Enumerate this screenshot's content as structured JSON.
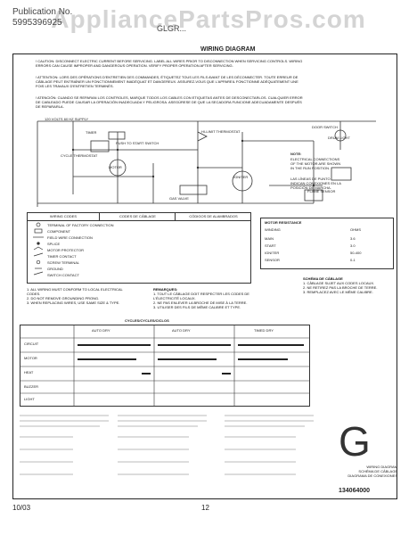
{
  "watermark": "AppliancePartsPros.com",
  "header": {
    "publication_label": "Publication No.",
    "publication_number": "5995396925",
    "model": "GLGR...",
    "page_heading": "WIRING DIAGRAM"
  },
  "caution": {
    "en": "! CAUTION: DISCONNECT ELECTRIC CURRENT BEFORE SERVICING. LABEL ALL WIRES PRIOR TO DISCONNECTION WHEN SERVICING CONTROLS. WIRING ERRORS CAN CAUSE IMPROPER AND DANGEROUS OPERATION. VERIFY PROPER OPERATION AFTER SERVICING.",
    "fr": "! ATTENTION: LORS DES OPÉRATIONS D'ENTRETIEN DES COMMANDES, ÉTIQUETEZ TOUS LES FILS AVANT DE LES DÉCONNECTER. TOUTE ERREUR DE CÂBLAGE PEUT ENTRAÎNER UN FONCTIONNEMENT INADÉQUAT ET DANGEREUX. ASSUREZ-VOUS QUE L'APPAREIL FONCTIONNE ADÉQUATEMENT UNE FOIS LES TRAVAUX D'ENTRETIEN TERMINÉS.",
    "es": "! ATENCIÓN: CUANDO SE REPARAN LOS CONTROLES, MARQUE TODOS LOS CABLES CON ETIQUETAS ANTES DE DESCONECTARLOS. CUALQUIER ERROR DE CABLEADO PUEDE CAUSAR LA OPERACIÓN INADECUADA Y PELIGROSA. ASEGÚRESE DE QUE LA SECADORA FUNCIONE ADECUADAMENTE DESPUÉS DE REPARARLA."
  },
  "diagram_labels": {
    "supply": "120 VOLTS 60 HZ SUPPLY",
    "motor": "MOTOR",
    "timer": "TIMER",
    "cycling_thermostat": "CYCLE THERMOSTAT",
    "hi_limit": "HI-LIMIT THERMOSTAT",
    "igniter": "IGNITER",
    "door_switch": "DOOR SWITCH",
    "drum_light": "DRUM LIGHT",
    "push_to_start": "PUSH TO START SWITCH",
    "gas_valve": "GAS VALVE",
    "sensor": "FLAME SENSOR",
    "note_header": "NOTE:",
    "note_text": "ELECTRICAL CONNECTIONS OF THE MOTOR ARE SHOWN IN THE RUN POSITION.",
    "note_es": "LAS LÍNEAS DE PUNTO INDICAN CONEXIONES EN LA POSICIÓN DE MARCHA."
  },
  "legend": {
    "headers": [
      "WIRING CODES",
      "CODES DE CÂBLAGE",
      "CÓDIGOS DE ALAMBRADOS"
    ],
    "rows": [
      "TERMINAL OF FACTORY CONNECTION",
      "COMPONENT",
      "FIELD WIRE CONNECTION",
      "SPLICE",
      "MOTOR PROTECTOR",
      "TIMER CONTACT",
      "SCREW TERMINAL",
      "GROUND",
      "SWITCH CONTACT"
    ]
  },
  "notes": {
    "left": [
      "1. ALL WIRING MUST CONFORM TO LOCAL ELECTRICAL CODES.",
      "2. DO NOT REMOVE GROUNDING PRONG.",
      "3. WHEN REPLACING WIRES, USE SAME SIZE & TYPE."
    ],
    "middle_header": "REMARQUES:",
    "middle": [
      "1. TOUT LE CÂBLAGE DOIT RESPECTER LES CODES DE L'ÉLECTRICITÉ LOCAUX.",
      "2. NE PAS ENLEVER LA BROCHE DE MISE À LA TERRE.",
      "3. UTILISER DES FILS DE MÊME CALIBRE ET TYPE."
    ],
    "right_header": "SCHÉMA DE CÂBLAGE",
    "right": [
      "1. CÂBLAGE SUJET AUX CODES LOCAUX.",
      "2. NE RETIREZ PAS LA BROCHE DE TERRE.",
      "3. REMPLACEZ AVEC LE MÊME CALIBRE."
    ]
  },
  "resistance_table": {
    "title": "MOTOR RESISTANCE",
    "headers": [
      "WINDING",
      "OHMS"
    ],
    "rows": [
      [
        "MAIN",
        "3.6"
      ],
      [
        "START",
        "3.0"
      ],
      [
        "IGNITER",
        "50-400"
      ],
      [
        "SENSOR",
        "0-1"
      ]
    ]
  },
  "cycle_chart": {
    "title": "CYCLES/CYCLES/CICLOS",
    "sections": [
      "AUTO DRY",
      "AUTO DRY",
      "TIMED DRY"
    ],
    "row_labels": [
      "CIRCUIT",
      "MOTOR",
      "HEAT",
      "BUZZER",
      "LIGHT"
    ]
  },
  "footer": {
    "date": "10/03",
    "page": "12",
    "big_letter": "G",
    "title_en": "WIRING DIAGRAM",
    "title_fr": "SCHÉMA DE CÂBLAGE",
    "title_es": "DIAGRAMA DE CONEXIONES",
    "part_number": "134064000"
  }
}
